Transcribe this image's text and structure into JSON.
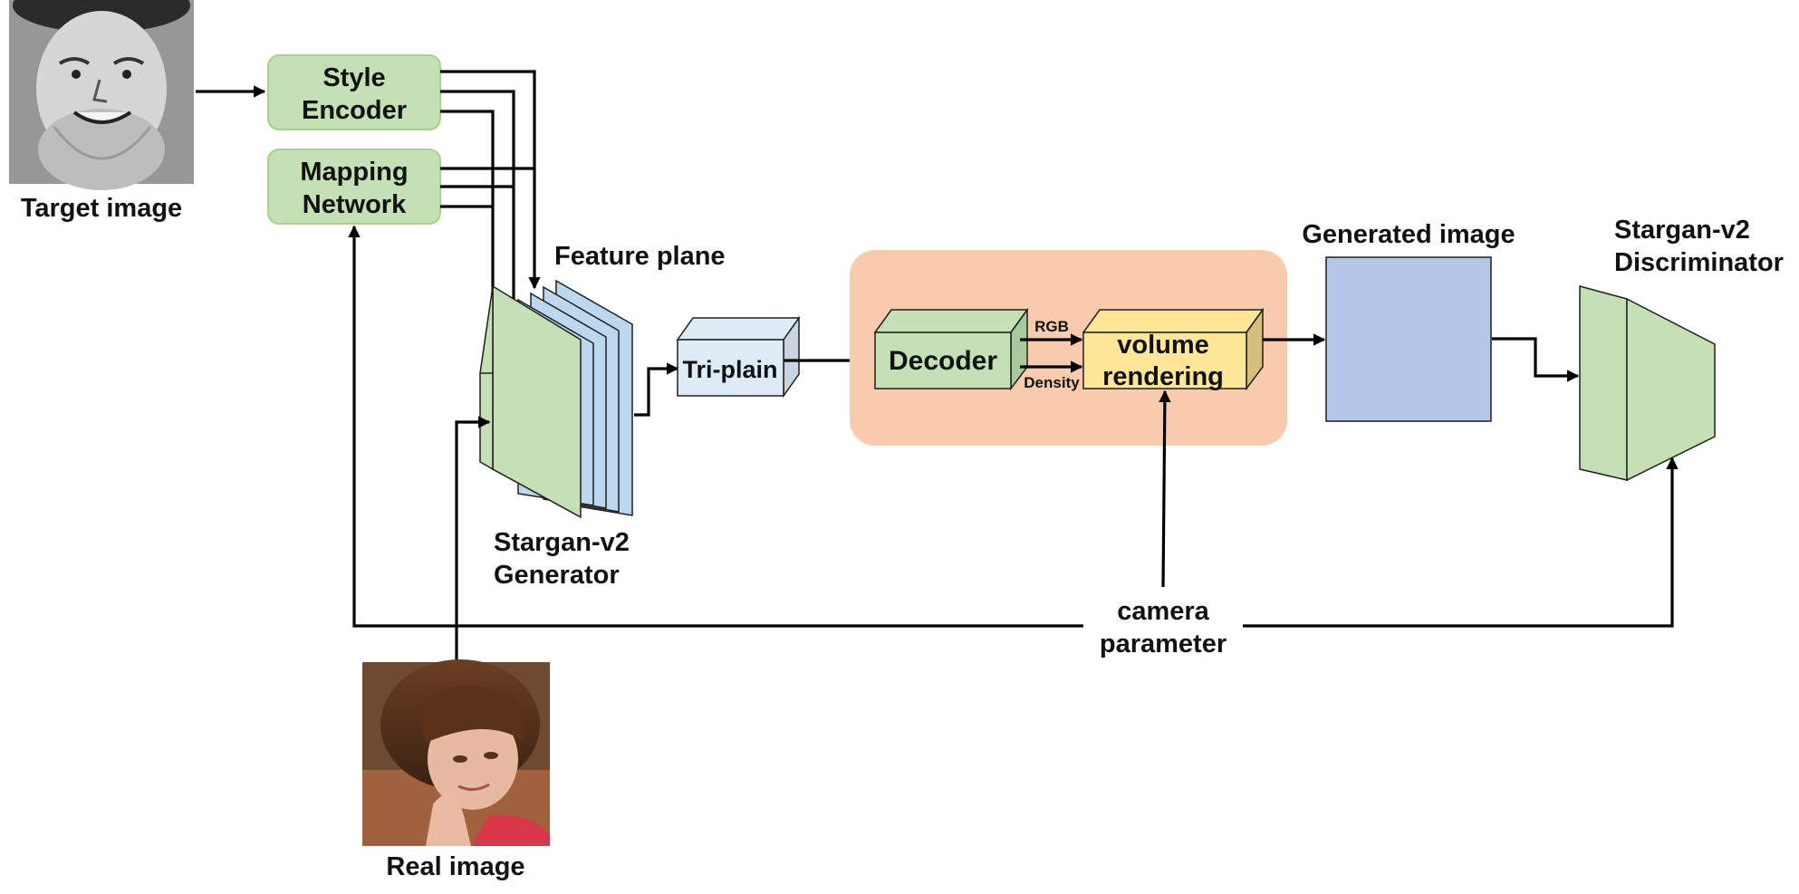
{
  "colors": {
    "green_fill": "#c5e0b4",
    "green_stroke": "#a9d18e",
    "blue_plane": "#bdd7ee",
    "light_blue": "#ddebf7",
    "orange_panel": "#f8cbad",
    "yellow": "#ffe699",
    "generated_blue": "#b4c7e7"
  },
  "labels": {
    "target_image": "Target image",
    "real_image": "Real image",
    "style_encoder_1": "Style",
    "style_encoder_2": "Encoder",
    "mapping_network_1": "Mapping",
    "mapping_network_2": "Network",
    "feature_plane": "Feature plane",
    "generator_1": "Stargan-v2",
    "generator_2": "Generator",
    "triplain": "Tri-plain",
    "decoder": "Decoder",
    "rgb": "RGB",
    "density": "Density",
    "volume_rendering_1": "volume",
    "volume_rendering_2": "rendering",
    "generated_image": "Generated image",
    "discriminator_1": "Stargan-v2",
    "discriminator_2": "Discriminator",
    "camera_parameter_1": "camera",
    "camera_parameter_2": "parameter"
  }
}
